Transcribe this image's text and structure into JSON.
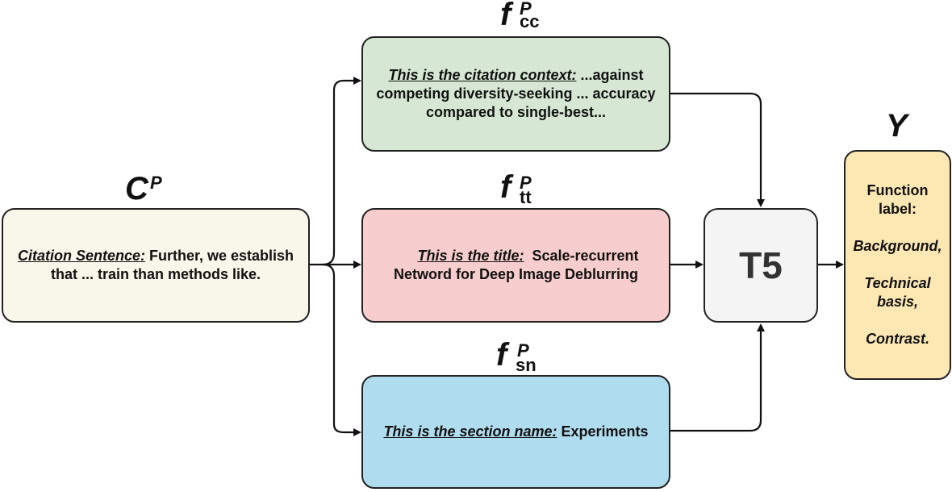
{
  "labels": {
    "cp": {
      "main": "C",
      "sup": "P"
    },
    "fcc": {
      "main": "f",
      "sup": "P",
      "sub": "cc"
    },
    "ftt": {
      "main": "f",
      "sup": "P",
      "sub": "tt"
    },
    "fsn": {
      "main": "f",
      "sup": "P",
      "sub": "sn"
    },
    "y": {
      "main": "Y"
    }
  },
  "boxes": {
    "citation_sentence": {
      "lead": "Citation Sentence:",
      "text": " Further, we establish that ... train than methods like."
    },
    "citation_context": {
      "lead": "This is the citation context:",
      "text": " ...against competing diversity-seeking ... accuracy compared to single-best..."
    },
    "title": {
      "lead": "This is the title:",
      "text": "  Scale-recurrent Netword for Deep Image Deblurring"
    },
    "section_name": {
      "lead": "This is the section name:",
      "text": " Experiments"
    },
    "model": {
      "text": "T5"
    },
    "output": {
      "heading": "Function label:",
      "items": [
        "Background,",
        "Technical basis,",
        "Contrast."
      ]
    }
  },
  "colors": {
    "citation_sentence": "#f9f6ea",
    "citation_context": "#d6e8d4",
    "title": "#f7cdcd",
    "section_name": "#b0dcef",
    "model": "#f4f4f4",
    "output": "#fde8b4",
    "border": "#222222"
  }
}
